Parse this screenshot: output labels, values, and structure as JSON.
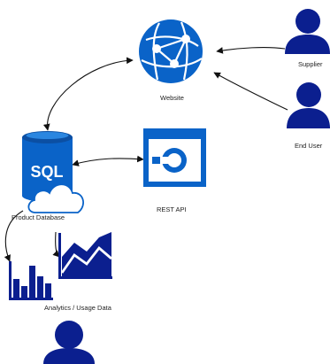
{
  "colors": {
    "primary": "#0a63c8",
    "dark": "#0b1f8f",
    "arrow": "#111111",
    "background": "#ffffff"
  },
  "nodes": {
    "website": {
      "label": "Website",
      "icon": "globe-network-icon"
    },
    "supplier": {
      "label": "Supplier",
      "icon": "user-icon"
    },
    "end_user": {
      "label": "End User",
      "icon": "user-icon"
    },
    "rest_api": {
      "label": "REST API",
      "icon": "api-window-icon"
    },
    "database": {
      "label": "Product Database",
      "icon": "sql-database-icon",
      "icon_text": "SQL"
    },
    "analytics": {
      "label": "Analytics / Usage Data",
      "icon": "chart-icon"
    },
    "extra_user": {
      "icon": "user-icon"
    }
  },
  "connections": [
    {
      "from": "supplier",
      "to": "website",
      "direction": "to"
    },
    {
      "from": "end_user",
      "to": "website",
      "direction": "to"
    },
    {
      "from": "website",
      "to": "database",
      "direction": "both"
    },
    {
      "from": "database",
      "to": "rest_api",
      "direction": "both"
    },
    {
      "from": "database",
      "to": "analytics",
      "direction": "to"
    }
  ]
}
